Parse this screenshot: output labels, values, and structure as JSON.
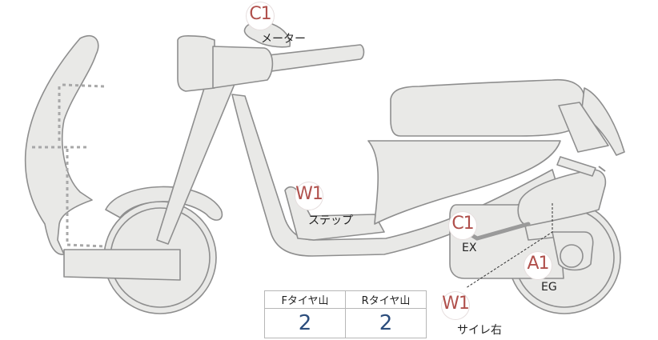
{
  "markers": {
    "meter": {
      "code": "C1",
      "label": "メーター"
    },
    "step": {
      "code": "W1",
      "label": "ステップ"
    },
    "exhaust": {
      "code": "C1",
      "label": "EX"
    },
    "engine": {
      "code": "A1",
      "label": "EG"
    },
    "side": {
      "code": "W1",
      "label": "サイレ右"
    }
  },
  "tread_table": {
    "headers": [
      "Fタイヤ山",
      "Rタイヤ山"
    ],
    "values": [
      "2",
      "2"
    ]
  },
  "colors": {
    "body_fill": "#e9e9e7",
    "outline": "#8a8a8a",
    "marker_text": "#b0504c",
    "value_text": "#2c4d7c"
  }
}
